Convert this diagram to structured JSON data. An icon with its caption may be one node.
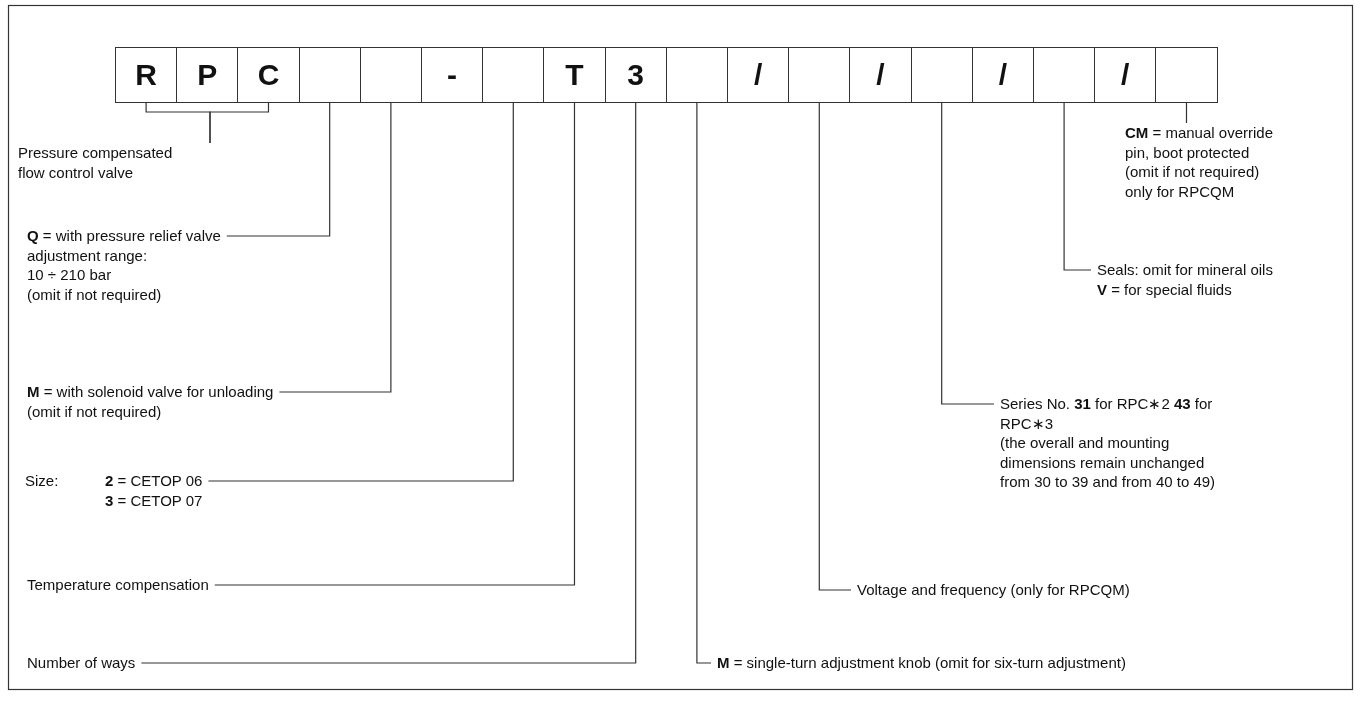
{
  "diagram": {
    "nodes": [
      {
        "text": [
          "R"
        ]
      },
      {
        "text": [
          "P"
        ]
      },
      {
        "text": [
          "C"
        ]
      },
      {
        "text": [],
        "shape": "box"
      },
      {
        "text": [],
        "shape": "box"
      },
      {
        "text": [
          "-"
        ]
      },
      {
        "text": [],
        "shape": "box"
      },
      {
        "text": [
          "T"
        ]
      },
      {
        "text": [
          "3"
        ]
      },
      {
        "text": [],
        "shape": "box"
      },
      {
        "text": [
          "/"
        ]
      },
      {
        "text": [],
        "shape": "box"
      },
      {
        "text": [
          "/"
        ]
      },
      {
        "text": [],
        "shape": "box"
      },
      {
        "text": [
          "/"
        ]
      },
      {
        "text": [],
        "shape": "box"
      },
      {
        "text": [
          "/"
        ]
      },
      {
        "text": [],
        "shape": "box"
      },
      {
        "text": [
          "Pressure compensated flow control valve"
        ]
      },
      {
        "text": [
          "**CM** = manual override pin, boot protected (omit if not required) only for RPCQM"
        ]
      },
      {
        "text": [
          "**Q** = with pressure relief valve adjustment range: 10 ÷ 210 bar (omit if not required)"
        ]
      },
      {
        "text": [
          "Seals: omit for mineral oils **V** = for special fluids"
        ]
      },
      {
        "text": [
          "**M** = with solenoid valve for unloading (omit if not required)"
        ]
      },
      {
        "text": [
          "Series No. **31** for RPC∗2 **43** for RPC∗3",
          "(the overall and mounting dimensions remain unchanged from 30 to 39 and from 40 to 49)"
        ]
      },
      {
        "text": [
          "Size:",
          "**2** = CETOP 06",
          "**3** = CETOP 07"
        ]
      },
      {
        "text": [
          "Temperature compensation"
        ]
      },
      {
        "text": [
          "Voltage and frequency (only for RPCQM)"
        ]
      },
      {
        "text": [
          "Number of ways"
        ]
      },
      {
        "text": [
          "**M** = single-turn adjustment knob (omit for six-turn adjustment)"
        ]
      }
    ],
    "edges": [
      {
        "from": 18,
        "to": 0,
        "arrow": "none"
      },
      {
        "from": 18,
        "to": 2,
        "arrow": "none"
      },
      {
        "from": 19,
        "to": 17,
        "arrow": "none"
      },
      {
        "from": 20,
        "to": 3,
        "arrow": "none"
      },
      {
        "from": 21,
        "to": 15,
        "arrow": "none"
      },
      {
        "from": 22,
        "to": 4,
        "arrow": "none"
      },
      {
        "from": 23,
        "to": 13,
        "arrow": "none"
      },
      {
        "from": 24,
        "to": 6,
        "arrow": "none"
      },
      {
        "from": 25,
        "to": 7,
        "arrow": "none"
      },
      {
        "from": 26,
        "to": 11,
        "arrow": "none"
      },
      {
        "from": 27,
        "to": 8,
        "arrow": "none"
      },
      {
        "from": 28,
        "to": 9,
        "arrow": "none"
      }
    ]
  }
}
